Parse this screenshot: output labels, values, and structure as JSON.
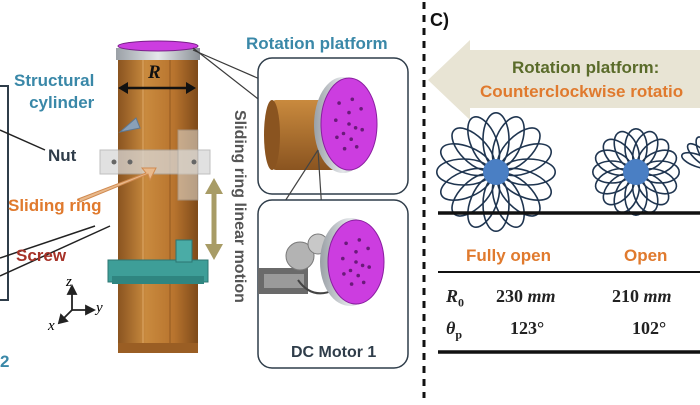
{
  "left_panel": {
    "labels": {
      "structural_cylinder_line1": "Structural",
      "structural_cylinder_line2": "cylinder",
      "nut": "Nut",
      "sliding_ring": "Sliding ring",
      "screw": "Screw",
      "radius_symbol": "R",
      "rotation_platform": "Rotation platform",
      "linear_motion": "Sliding ring linear motion",
      "dc_motor": "DC Motor 1",
      "axis_z": "z",
      "axis_x": "x",
      "axis_y": "y",
      "edge_digit": "2"
    },
    "colors": {
      "wood": "#b8742e",
      "wood_dark": "#8a5420",
      "teal_part": "#3e9e98",
      "magenta": "#cc3de0",
      "label_teal": "#3a88a8",
      "label_orange": "#e07a2e",
      "label_red": "#a63228",
      "arrow_olive": "#a89c66"
    }
  },
  "right_panel": {
    "panel_tag": "C)",
    "banner_title": "Rotation platform:",
    "banner_subtitle": "Counterclockwise rotatio",
    "flowers": [
      {
        "name": "fully-open-flower",
        "petals": 16
      },
      {
        "name": "open-flower",
        "petals": 16
      }
    ],
    "table": {
      "headers": [
        "Fully open",
        "Open"
      ],
      "rows": [
        {
          "symbol": "R",
          "subscript": "0",
          "values": [
            "230",
            "210"
          ],
          "unit": "mm"
        },
        {
          "symbol": "θ",
          "subscript": "p",
          "values": [
            "123°",
            "102°"
          ],
          "unit": ""
        }
      ]
    },
    "colors": {
      "banner_arrow": "#e8e4d4",
      "banner_title": "#5a6b2a",
      "banner_subtitle": "#e07a2e",
      "flower_center": "#4a7fc4",
      "flower_petal": "#1f3550",
      "table_header": "#e07a2e"
    }
  }
}
